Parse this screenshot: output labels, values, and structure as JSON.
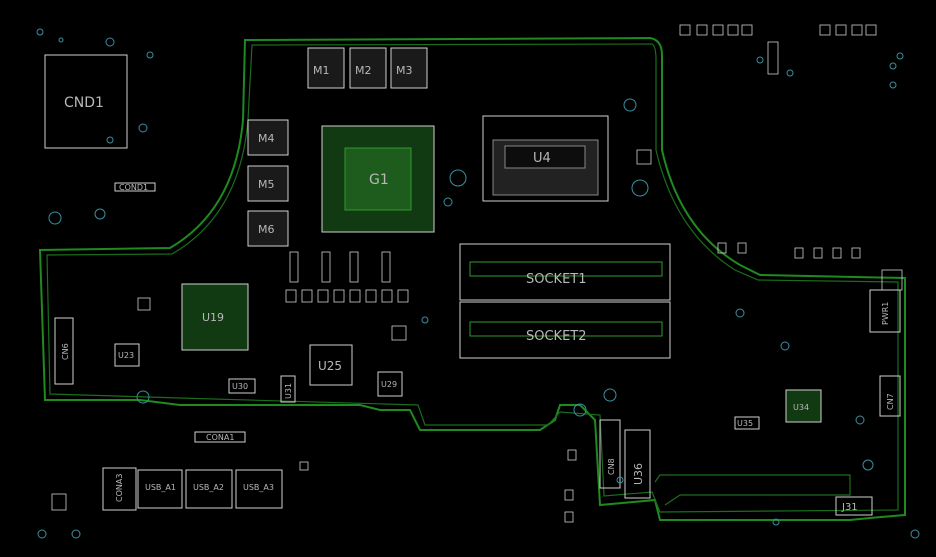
{
  "colors": {
    "background": "#000000",
    "board_edge": "#1f8a1f",
    "component_outline": "#d0d0d0",
    "label": "#b8b8b8",
    "via": "#3a8fa0",
    "bga_fill": "#1a4d1a"
  },
  "components": {
    "cnd1": "CND1",
    "g1": "G1",
    "u4": "U4",
    "m1": "M1",
    "m2": "M2",
    "m3": "M3",
    "m4": "M4",
    "m5": "M5",
    "m6": "M6",
    "socket1": "SOCKET1",
    "socket2": "SOCKET2",
    "u19": "U19",
    "u23": "U23",
    "u25": "U25",
    "u29": "U29",
    "u30": "U30",
    "u31": "U31",
    "u34": "U34",
    "u35": "U35",
    "u36": "U36",
    "cn6": "CN6",
    "cn7": "CN7",
    "cn8": "CN8",
    "cona1": "CONA1",
    "cona3": "CONA3",
    "usb_a1": "USB_A1",
    "usb_a2": "USB_A2",
    "usb_a3": "USB_A3",
    "pwr1": "PWR1",
    "j31": "J31",
    "cond1": "COND1"
  }
}
